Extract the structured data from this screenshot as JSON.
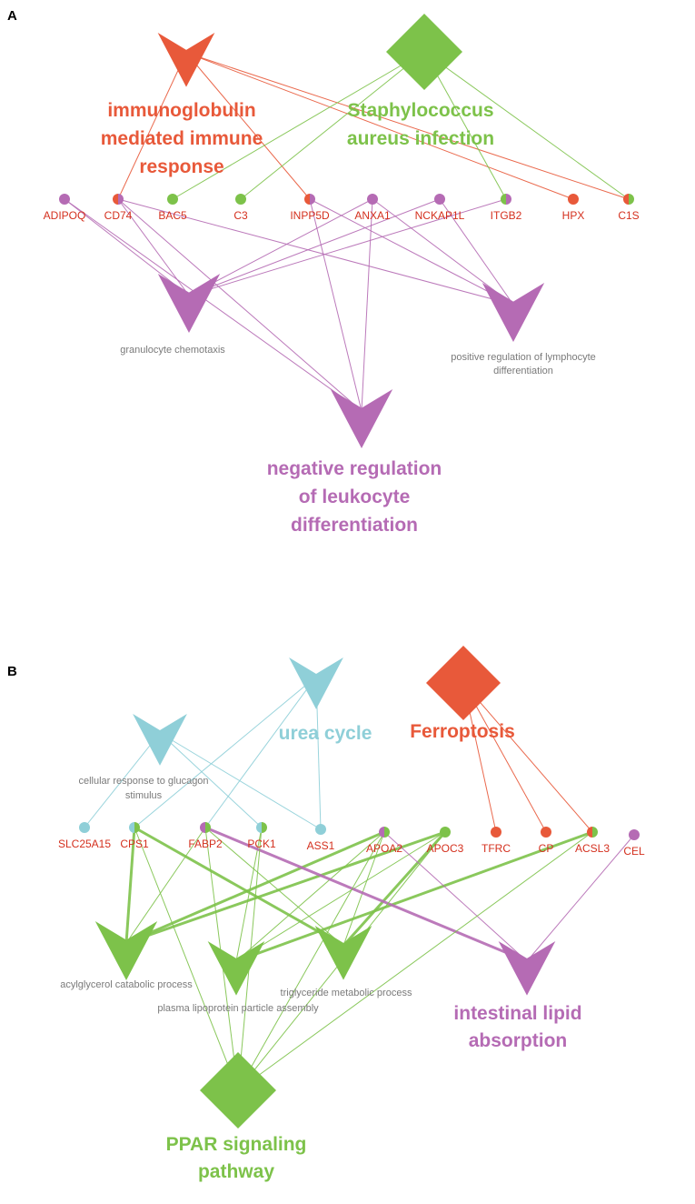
{
  "colors": {
    "red": "#e8593a",
    "green": "#7dc24a",
    "purple": "#b56bb4",
    "cyan": "#8fcfd8",
    "gene_label": "#d4301e",
    "small_term_label": "#7a7a7a"
  },
  "panels": [
    {
      "id": "A",
      "label": "A",
      "terms": [
        {
          "id": "imm",
          "shape": "arrow",
          "color": "red",
          "label_lines": [
            "immunoglobulin",
            "mediated immune",
            "response"
          ],
          "label_style": "big"
        },
        {
          "id": "staph",
          "shape": "diamond",
          "color": "green",
          "label_lines": [
            "Staphylococcus",
            "aureus infection"
          ],
          "label_style": "big"
        },
        {
          "id": "gran",
          "shape": "arrow",
          "color": "purple",
          "label_lines": [
            "granulocyte chemotaxis"
          ],
          "label_style": "small"
        },
        {
          "id": "posreg",
          "shape": "arrow",
          "color": "purple",
          "label_lines": [
            "positive regulation of lymphocyte",
            "differentiation"
          ],
          "label_style": "small"
        },
        {
          "id": "negreg",
          "shape": "arrow",
          "color": "purple",
          "label_lines": [
            "negative regulation",
            "of leukocyte",
            "differentiation"
          ],
          "label_style": "big"
        }
      ],
      "genes": [
        {
          "id": "ADIPOQ",
          "label": "ADIPOQ",
          "colors": [
            "purple"
          ]
        },
        {
          "id": "CD74",
          "label": "CD74",
          "colors": [
            "red",
            "purple"
          ]
        },
        {
          "id": "BAC5",
          "label": "BAC5",
          "colors": [
            "green"
          ]
        },
        {
          "id": "C3",
          "label": "C3",
          "colors": [
            "green"
          ]
        },
        {
          "id": "INPP5D",
          "label": "INPP5D",
          "colors": [
            "red",
            "purple"
          ]
        },
        {
          "id": "ANXA1",
          "label": "ANXA1",
          "colors": [
            "purple"
          ]
        },
        {
          "id": "NCKAP1L",
          "label": "NCKAP1L",
          "colors": [
            "purple"
          ]
        },
        {
          "id": "ITGB2",
          "label": "ITGB2",
          "colors": [
            "green",
            "purple"
          ]
        },
        {
          "id": "HPX",
          "label": "HPX",
          "colors": [
            "red"
          ]
        },
        {
          "id": "C1S",
          "label": "C1S",
          "colors": [
            "red",
            "green"
          ]
        }
      ],
      "edges": [
        [
          "imm",
          "CD74",
          "red"
        ],
        [
          "imm",
          "INPP5D",
          "red"
        ],
        [
          "imm",
          "HPX",
          "red"
        ],
        [
          "imm",
          "C1S",
          "red"
        ],
        [
          "staph",
          "BAC5",
          "green"
        ],
        [
          "staph",
          "C3",
          "green"
        ],
        [
          "staph",
          "ITGB2",
          "green"
        ],
        [
          "staph",
          "C1S",
          "green"
        ],
        [
          "gran",
          "ADIPOQ",
          "purple"
        ],
        [
          "gran",
          "CD74",
          "purple"
        ],
        [
          "gran",
          "ANXA1",
          "purple"
        ],
        [
          "gran",
          "NCKAP1L",
          "purple"
        ],
        [
          "gran",
          "ITGB2",
          "purple"
        ],
        [
          "posreg",
          "CD74",
          "purple"
        ],
        [
          "posreg",
          "INPP5D",
          "purple"
        ],
        [
          "posreg",
          "ANXA1",
          "purple"
        ],
        [
          "posreg",
          "NCKAP1L",
          "purple"
        ],
        [
          "negreg",
          "CD74",
          "purple"
        ],
        [
          "negreg",
          "INPP5D",
          "purple"
        ],
        [
          "negreg",
          "ANXA1",
          "purple"
        ],
        [
          "negreg",
          "ADIPOQ",
          "purple"
        ]
      ]
    },
    {
      "id": "B",
      "label": "B",
      "terms": [
        {
          "id": "urea",
          "shape": "arrow",
          "color": "cyan",
          "label_lines": [
            "urea cycle"
          ],
          "label_style": "big"
        },
        {
          "id": "cellresp",
          "shape": "arrow",
          "color": "cyan",
          "label_lines": [
            "cellular response to glucagon",
            "stimulus"
          ],
          "label_style": "small"
        },
        {
          "id": "ferro",
          "shape": "diamond",
          "color": "red",
          "label_lines": [
            "Ferroptosis"
          ],
          "label_style": "big"
        },
        {
          "id": "acyl",
          "shape": "arrow",
          "color": "green",
          "label_lines": [
            "acylglycerol catabolic process"
          ],
          "label_style": "small"
        },
        {
          "id": "plasma",
          "shape": "arrow",
          "color": "green",
          "label_lines": [
            "plasma lipoprotein particle assembly"
          ],
          "label_style": "small"
        },
        {
          "id": "trig",
          "shape": "arrow",
          "color": "green",
          "label_lines": [
            "triglyceride metabolic process"
          ],
          "label_style": "small"
        },
        {
          "id": "intest",
          "shape": "arrow",
          "color": "purple",
          "label_lines": [
            "intestinal lipid",
            "absorption"
          ],
          "label_style": "big"
        },
        {
          "id": "ppar",
          "shape": "diamond",
          "color": "green",
          "label_lines": [
            "PPAR signaling",
            "pathway"
          ],
          "label_style": "big"
        }
      ],
      "genes": [
        {
          "id": "SLC25A15",
          "label": "SLC25A15",
          "colors": [
            "cyan"
          ]
        },
        {
          "id": "CPS1",
          "label": "CPS1",
          "colors": [
            "cyan",
            "green"
          ]
        },
        {
          "id": "FABP2",
          "label": "FABP2",
          "colors": [
            "purple",
            "green"
          ]
        },
        {
          "id": "PCK1",
          "label": "PCK1",
          "colors": [
            "cyan",
            "green"
          ]
        },
        {
          "id": "ASS1",
          "label": "ASS1",
          "colors": [
            "cyan"
          ]
        },
        {
          "id": "APOA2",
          "label": "APOA2",
          "colors": [
            "purple",
            "green"
          ]
        },
        {
          "id": "APOC3",
          "label": "APOC3",
          "colors": [
            "green"
          ]
        },
        {
          "id": "TFRC",
          "label": "TFRC",
          "colors": [
            "red"
          ]
        },
        {
          "id": "CP",
          "label": "CP",
          "colors": [
            "red"
          ]
        },
        {
          "id": "ACSL3",
          "label": "ACSL3",
          "colors": [
            "red",
            "green"
          ]
        },
        {
          "id": "CEL",
          "label": "CEL",
          "colors": [
            "purple"
          ]
        }
      ],
      "edges": [
        [
          "urea",
          "CPS1",
          "cyan"
        ],
        [
          "urea",
          "ASS1",
          "cyan"
        ],
        [
          "urea",
          "FABP2",
          "cyan"
        ],
        [
          "cellresp",
          "SLC25A15",
          "cyan"
        ],
        [
          "cellresp",
          "PCK1",
          "cyan"
        ],
        [
          "cellresp",
          "ASS1",
          "cyan"
        ],
        [
          "ferro",
          "TFRC",
          "red"
        ],
        [
          "ferro",
          "CP",
          "red"
        ],
        [
          "ferro",
          "ACSL3",
          "red"
        ],
        [
          "acyl",
          "CPS1",
          "green",
          3
        ],
        [
          "acyl",
          "APOA2",
          "green",
          3
        ],
        [
          "acyl",
          "APOC3",
          "green",
          3
        ],
        [
          "acyl",
          "FABP2",
          "green",
          1
        ],
        [
          "trig",
          "CPS1",
          "green",
          3
        ],
        [
          "trig",
          "FABP2",
          "green",
          1
        ],
        [
          "trig",
          "APOA2",
          "green",
          1
        ],
        [
          "trig",
          "APOC3",
          "green",
          3
        ],
        [
          "plasma",
          "ACSL3",
          "green",
          3
        ],
        [
          "plasma",
          "APOA2",
          "green",
          1
        ],
        [
          "plasma",
          "APOC3",
          "green",
          1
        ],
        [
          "plasma",
          "PCK1",
          "green",
          1
        ],
        [
          "intest",
          "FABP2",
          "purple",
          3
        ],
        [
          "intest",
          "APOA2",
          "purple",
          1
        ],
        [
          "intest",
          "CEL",
          "purple",
          1
        ],
        [
          "ppar",
          "CPS1",
          "green",
          1
        ],
        [
          "ppar",
          "FABP2",
          "green",
          1
        ],
        [
          "ppar",
          "PCK1",
          "green",
          1
        ],
        [
          "ppar",
          "APOA2",
          "green",
          1
        ],
        [
          "ppar",
          "APOC3",
          "green",
          1
        ],
        [
          "ppar",
          "ACSL3",
          "green",
          1
        ]
      ]
    }
  ]
}
